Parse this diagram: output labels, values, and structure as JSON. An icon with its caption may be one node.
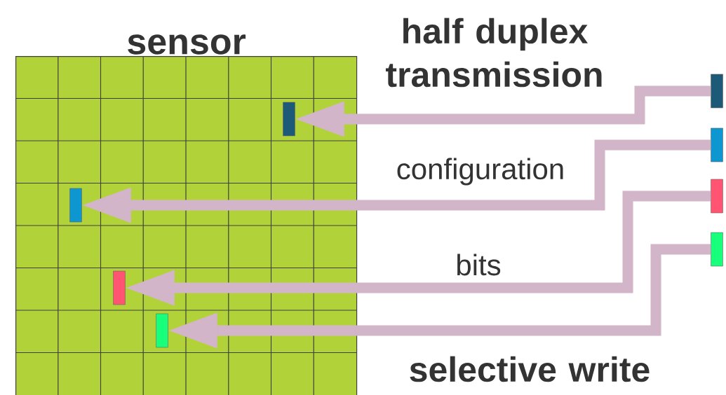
{
  "diagram": {
    "nodes": [
      {
        "text": [
          "sensor"
        ]
      },
      {
        "text": [],
        "shape": "bar",
        "in": 0
      },
      {
        "text": [],
        "shape": "bar",
        "in": 0
      },
      {
        "text": [],
        "shape": "bar",
        "in": 0
      },
      {
        "text": [],
        "shape": "bar",
        "in": 0
      },
      {
        "text": [],
        "shape": "bar"
      },
      {
        "text": [],
        "shape": "bar"
      },
      {
        "text": [],
        "shape": "bar"
      },
      {
        "text": [],
        "shape": "bar"
      }
    ],
    "edges": [
      {
        "from": 5,
        "to": 1,
        "arrow": "to"
      },
      {
        "from": 6,
        "to": 2,
        "arrow": "to"
      },
      {
        "from": 7,
        "to": 3,
        "arrow": "to"
      },
      {
        "from": 8,
        "to": 4,
        "arrow": "to"
      }
    ],
    "labels": [
      "half duplex transmission",
      "configuration",
      "bits",
      "selective write"
    ]
  }
}
